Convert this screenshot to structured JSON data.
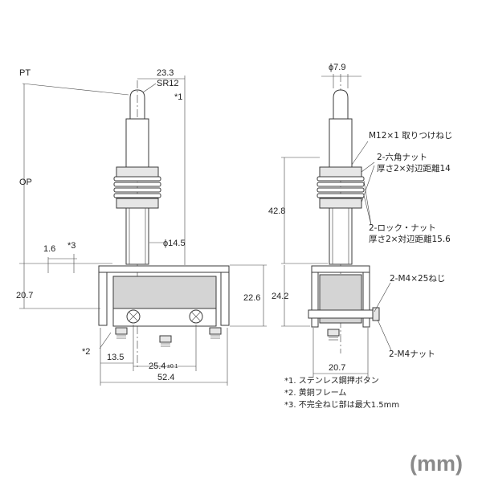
{
  "unit": "(mm)",
  "left_view": {
    "pt": "PT",
    "op": "OP",
    "d_23_3": "23.3",
    "sr12": "SR12",
    "note_mark1": "*1",
    "d_1_6": "1.6",
    "note_mark3": "*3",
    "phi_14_5": "ϕ14.5",
    "d_20_7": "20.7",
    "d_22_6": "22.6",
    "note_mark2": "*2",
    "d_13_5": "13.5",
    "d_25_4": "25.4",
    "tol_25_4": "±0.1",
    "d_52_4": "52.4"
  },
  "right_view": {
    "phi_7_9": "ϕ7.9",
    "m12_note": "M12×1 取りつけねじ",
    "hex_nut_1": "2-六角ナット",
    "hex_nut_2": "厚さ2×対辺距離14",
    "d_42_8": "42.8",
    "lock_nut_1": "2-ロック・ナット",
    "lock_nut_2": "厚さ2×対辺距離15.6",
    "screw_note": "2-M4×25ねじ",
    "d_24_2": "24.2",
    "nut_note": "2-M4ナット",
    "d_20_7": "20.7"
  },
  "notes": [
    "*1. ステンレス鋼押ボタン",
    "*2. 黄銅フレーム",
    "*3. 不完全ねじ部は最大1.5mm"
  ]
}
